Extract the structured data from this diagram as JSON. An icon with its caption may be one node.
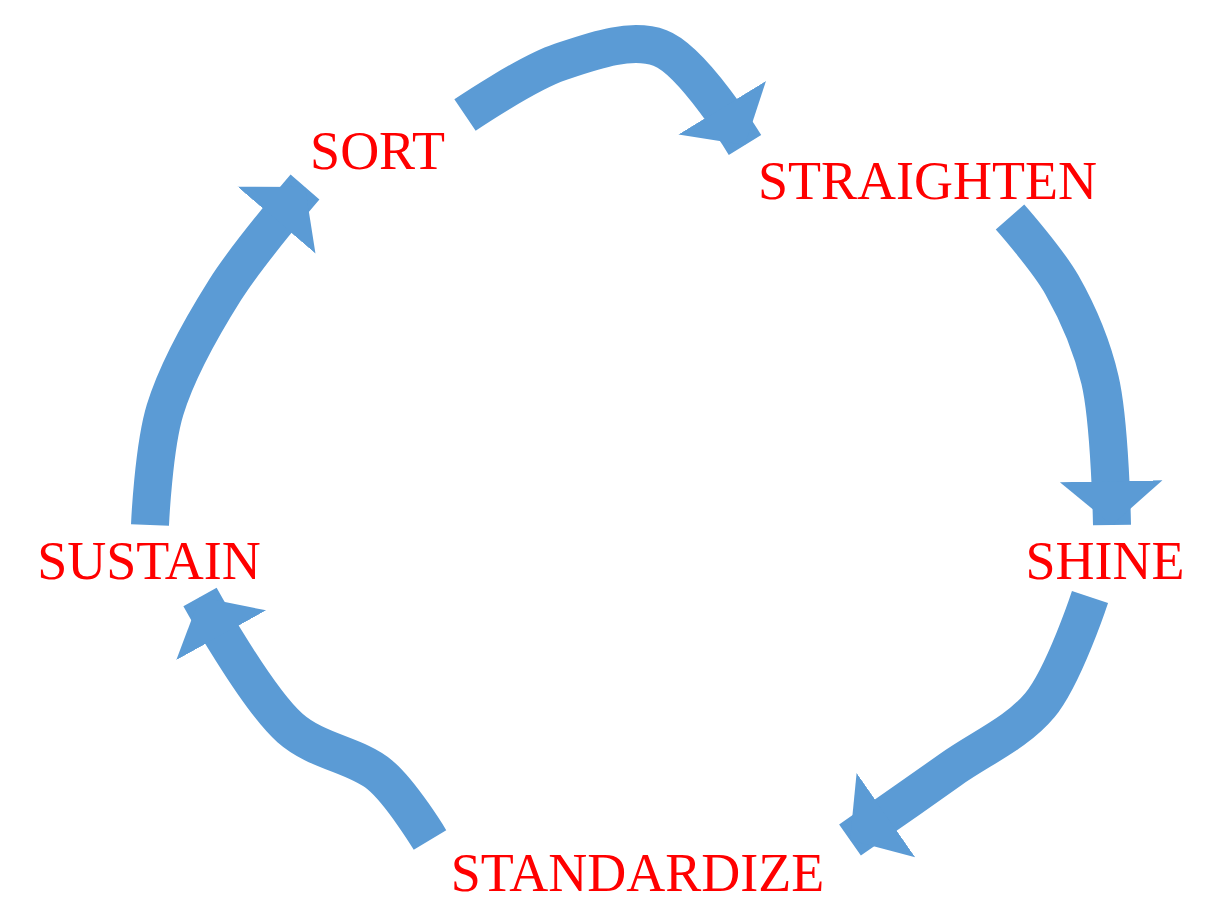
{
  "diagram": {
    "nodes": [
      {
        "text": [
          "SORT"
        ]
      },
      {
        "text": [
          "STRAIGHTEN"
        ]
      },
      {
        "text": [
          "SHINE"
        ]
      },
      {
        "text": [
          "STANDARDIZE"
        ]
      },
      {
        "text": [
          "SUSTAIN"
        ]
      }
    ],
    "edges": [
      {
        "from": 0,
        "to": 1,
        "arrow": "to"
      },
      {
        "from": 1,
        "to": 2,
        "arrow": "to"
      },
      {
        "from": 2,
        "to": 3,
        "arrow": "to"
      },
      {
        "from": 3,
        "to": 4,
        "arrow": "to"
      },
      {
        "from": 4,
        "to": 0,
        "arrow": "to"
      }
    ]
  }
}
